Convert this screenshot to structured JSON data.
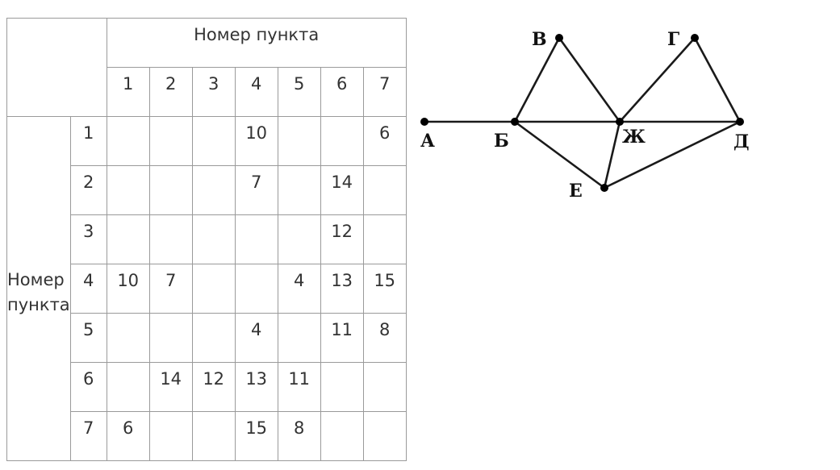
{
  "table": {
    "column_header_title": "Номер пункта",
    "row_header_title": "Номер\nпункта",
    "column_numbers": [
      "1",
      "2",
      "3",
      "4",
      "5",
      "6",
      "7"
    ],
    "rows": [
      {
        "label": "1",
        "cells": [
          "",
          "",
          "",
          "10",
          "",
          "",
          "6"
        ]
      },
      {
        "label": "2",
        "cells": [
          "",
          "",
          "",
          "7",
          "",
          "14",
          ""
        ]
      },
      {
        "label": "3",
        "cells": [
          "",
          "",
          "",
          "",
          "",
          "12",
          ""
        ]
      },
      {
        "label": "4",
        "cells": [
          "10",
          "7",
          "",
          "",
          "4",
          "13",
          "15"
        ]
      },
      {
        "label": "5",
        "cells": [
          "",
          "",
          "",
          "4",
          "",
          "11",
          "8"
        ]
      },
      {
        "label": "6",
        "cells": [
          "",
          "14",
          "12",
          "13",
          "11",
          "",
          ""
        ]
      },
      {
        "label": "7",
        "cells": [
          "6",
          "",
          "",
          "15",
          "8",
          "",
          ""
        ]
      }
    ]
  },
  "graph": {
    "nodes": [
      {
        "id": "A",
        "label": "А"
      },
      {
        "id": "B",
        "label": "Б"
      },
      {
        "id": "V",
        "label": "В"
      },
      {
        "id": "G",
        "label": "Г"
      },
      {
        "id": "Zh",
        "label": "Ж"
      },
      {
        "id": "D",
        "label": "Д"
      },
      {
        "id": "E",
        "label": "Е"
      }
    ],
    "edges": [
      [
        "A",
        "B"
      ],
      [
        "B",
        "Zh"
      ],
      [
        "Zh",
        "D"
      ],
      [
        "B",
        "V"
      ],
      [
        "V",
        "Zh"
      ],
      [
        "Zh",
        "G"
      ],
      [
        "G",
        "D"
      ],
      [
        "B",
        "E"
      ],
      [
        "E",
        "Zh"
      ],
      [
        "E",
        "D"
      ]
    ]
  }
}
